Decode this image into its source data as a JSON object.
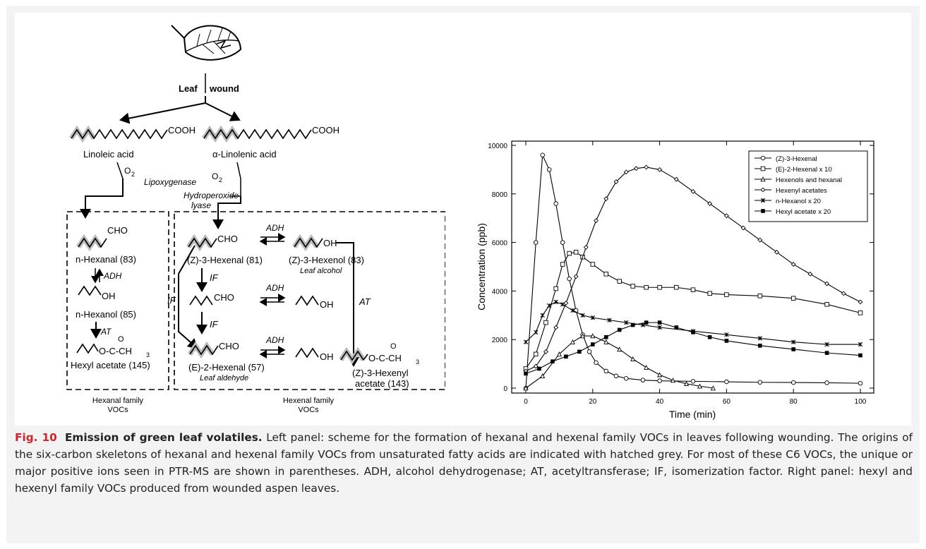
{
  "scheme": {
    "wound_left": "Leaf",
    "wound_right": "wound",
    "fatty_acid_tail": "COOH",
    "linoleic": "Linoleic acid",
    "linolenic": "α-Linolenic acid",
    "o2": "O",
    "o2_sub": "2",
    "lipoxygenase": "Lipoxygenase",
    "hpl1": "Hydroperoxide",
    "hpl2": "lyase",
    "cho": "CHO",
    "oh": "OH",
    "n_hexanal": "n-Hexanal (83)",
    "adh": "ADH",
    "n_hexanol": "n-Hexanol (85)",
    "at": "AT",
    "ester_o": "O",
    "ester_tail": "O-C-CH",
    "ester_sub": "3",
    "hexyl_acetate": "Hexyl acetate (145)",
    "z3_hexenal": "(Z)-3-Hexenal (81)",
    "z3_hexenol": "(Z)-3-Hexenol (83)",
    "leaf_alcohol": "Leaf alcohol",
    "if": "IF",
    "e2_hexenal": "(E)-2-Hexenal (57)",
    "leaf_aldehyde": "Leaf aldehyde",
    "z3_hexenyl_1": "(Z)-3-Hexenyl",
    "z3_hexenyl_2": "acetate (143)",
    "hexanal_family_1": "Hexanal family",
    "hexanal_family_2": "VOCs",
    "hexenal_family_1": "Hexenal family",
    "hexenal_family_2": "VOCs"
  },
  "chart_data": {
    "type": "line",
    "xlabel": "Time (min)",
    "ylabel": "Concentration (ppb)",
    "xlim": [
      0,
      100
    ],
    "ylim": [
      0,
      10000
    ],
    "xticks": [
      0,
      20,
      40,
      60,
      80,
      100
    ],
    "yticks": [
      0,
      2000,
      4000,
      6000,
      8000,
      10000
    ],
    "legend_position": "top-right",
    "grid": false,
    "series": [
      {
        "name": "(Z)-3-Hexenal",
        "marker": "circle",
        "points": [
          [
            0,
            0
          ],
          [
            3,
            6000
          ],
          [
            5,
            9600
          ],
          [
            7,
            9000
          ],
          [
            9,
            7600
          ],
          [
            11,
            6000
          ],
          [
            13,
            4500
          ],
          [
            15,
            3200
          ],
          [
            17,
            2200
          ],
          [
            19,
            1500
          ],
          [
            21,
            1050
          ],
          [
            24,
            700
          ],
          [
            27,
            500
          ],
          [
            30,
            400
          ],
          [
            35,
            330
          ],
          [
            40,
            300
          ],
          [
            50,
            280
          ],
          [
            60,
            260
          ],
          [
            70,
            240
          ],
          [
            80,
            230
          ],
          [
            90,
            220
          ],
          [
            100,
            200
          ]
        ]
      },
      {
        "name": "(E)-2-Hexenal x 10",
        "marker": "square-open",
        "points": [
          [
            0,
            800
          ],
          [
            3,
            1400
          ],
          [
            6,
            2700
          ],
          [
            9,
            4100
          ],
          [
            11,
            5100
          ],
          [
            13,
            5550
          ],
          [
            15,
            5600
          ],
          [
            17,
            5400
          ],
          [
            20,
            5100
          ],
          [
            24,
            4700
          ],
          [
            28,
            4400
          ],
          [
            32,
            4200
          ],
          [
            36,
            4150
          ],
          [
            40,
            4150
          ],
          [
            45,
            4150
          ],
          [
            50,
            4050
          ],
          [
            55,
            3900
          ],
          [
            60,
            3850
          ],
          [
            70,
            3800
          ],
          [
            80,
            3700
          ],
          [
            90,
            3450
          ],
          [
            100,
            3100
          ]
        ]
      },
      {
        "name": "Hexenols and hexanal",
        "marker": "triangle",
        "points": [
          [
            0,
            0
          ],
          [
            5,
            500
          ],
          [
            10,
            1400
          ],
          [
            14,
            1900
          ],
          [
            17,
            2150
          ],
          [
            20,
            2150
          ],
          [
            24,
            1900
          ],
          [
            28,
            1600
          ],
          [
            32,
            1200
          ],
          [
            36,
            850
          ],
          [
            40,
            550
          ],
          [
            44,
            320
          ],
          [
            48,
            180
          ],
          [
            52,
            80
          ],
          [
            56,
            0
          ]
        ]
      },
      {
        "name": "Hexenyl acetates",
        "marker": "diamond",
        "points": [
          [
            0,
            700
          ],
          [
            3,
            900
          ],
          [
            6,
            1500
          ],
          [
            9,
            2500
          ],
          [
            12,
            3500
          ],
          [
            15,
            4600
          ],
          [
            18,
            5800
          ],
          [
            21,
            6900
          ],
          [
            24,
            7800
          ],
          [
            27,
            8500
          ],
          [
            30,
            8900
          ],
          [
            33,
            9050
          ],
          [
            36,
            9100
          ],
          [
            40,
            9000
          ],
          [
            45,
            8600
          ],
          [
            50,
            8100
          ],
          [
            55,
            7600
          ],
          [
            60,
            7100
          ],
          [
            65,
            6600
          ],
          [
            70,
            6100
          ],
          [
            75,
            5600
          ],
          [
            80,
            5100
          ],
          [
            85,
            4700
          ],
          [
            90,
            4300
          ],
          [
            95,
            3900
          ],
          [
            100,
            3550
          ]
        ]
      },
      {
        "name": "n-Hexanol x 20",
        "marker": "cross",
        "points": [
          [
            0,
            1900
          ],
          [
            3,
            2300
          ],
          [
            5,
            3000
          ],
          [
            7,
            3400
          ],
          [
            9,
            3550
          ],
          [
            11,
            3450
          ],
          [
            14,
            3200
          ],
          [
            17,
            3000
          ],
          [
            20,
            2900
          ],
          [
            25,
            2800
          ],
          [
            30,
            2700
          ],
          [
            35,
            2600
          ],
          [
            40,
            2500
          ],
          [
            50,
            2350
          ],
          [
            60,
            2200
          ],
          [
            70,
            2050
          ],
          [
            80,
            1900
          ],
          [
            90,
            1800
          ],
          [
            100,
            1800
          ]
        ]
      },
      {
        "name": "Hexyl acetate x 20",
        "marker": "square",
        "points": [
          [
            0,
            600
          ],
          [
            4,
            800
          ],
          [
            8,
            1100
          ],
          [
            12,
            1300
          ],
          [
            16,
            1500
          ],
          [
            20,
            1800
          ],
          [
            24,
            2100
          ],
          [
            28,
            2400
          ],
          [
            32,
            2600
          ],
          [
            36,
            2700
          ],
          [
            40,
            2700
          ],
          [
            45,
            2500
          ],
          [
            50,
            2300
          ],
          [
            55,
            2100
          ],
          [
            60,
            1950
          ],
          [
            70,
            1750
          ],
          [
            80,
            1600
          ],
          [
            90,
            1450
          ],
          [
            100,
            1350
          ]
        ]
      }
    ]
  },
  "caption": {
    "fig_label": "Fig. 10",
    "title": "Emission of green leaf volatiles.",
    "body": "Left panel: scheme for the formation of hexanal and hexenal family VOCs in leaves following wounding. The origins of the six-carbon skeletons of hexanal and hexenal family VOCs from unsaturated fatty acids are indicated with hatched grey. For most of these C6 VOCs, the unique or major positive ions seen in PTR-MS are shown in parentheses. ADH, alcohol dehydrogenase; AT, acetyltransferase; IF, isomerization factor. Right panel: hexyl and hexenyl family VOCs produced from wounded aspen leaves."
  }
}
